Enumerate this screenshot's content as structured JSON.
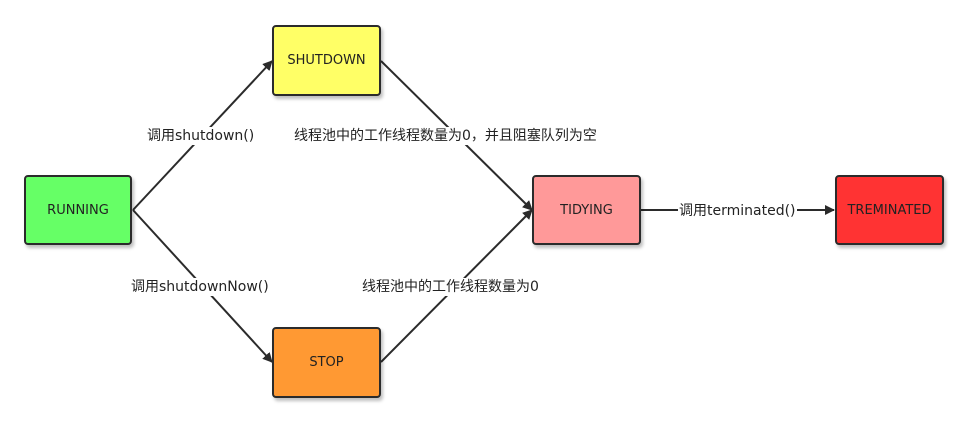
{
  "nodes": {
    "running": {
      "label": "RUNNING",
      "color": "#66ff66"
    },
    "shutdown": {
      "label": "SHUTDOWN",
      "color": "#ffff66"
    },
    "stop": {
      "label": "STOP",
      "color": "#ff9933"
    },
    "tidying": {
      "label": "TIDYING",
      "color": "#ff9999"
    },
    "terminated": {
      "label": "TREMINATED",
      "color": "#ff3333"
    }
  },
  "edges": {
    "running_to_shutdown": {
      "label": "调用shutdown()"
    },
    "running_to_stop": {
      "label": "调用shutdownNow()"
    },
    "shutdown_to_tidying": {
      "label": "线程池中的工作线程数量为0，并且阻塞队列为空"
    },
    "stop_to_tidying": {
      "label": "线程池中的工作线程数量为0"
    },
    "tidying_to_terminated": {
      "label": "调用terminated()"
    }
  },
  "colors": {
    "stroke": "#2b2b2b",
    "text": "#222222"
  }
}
